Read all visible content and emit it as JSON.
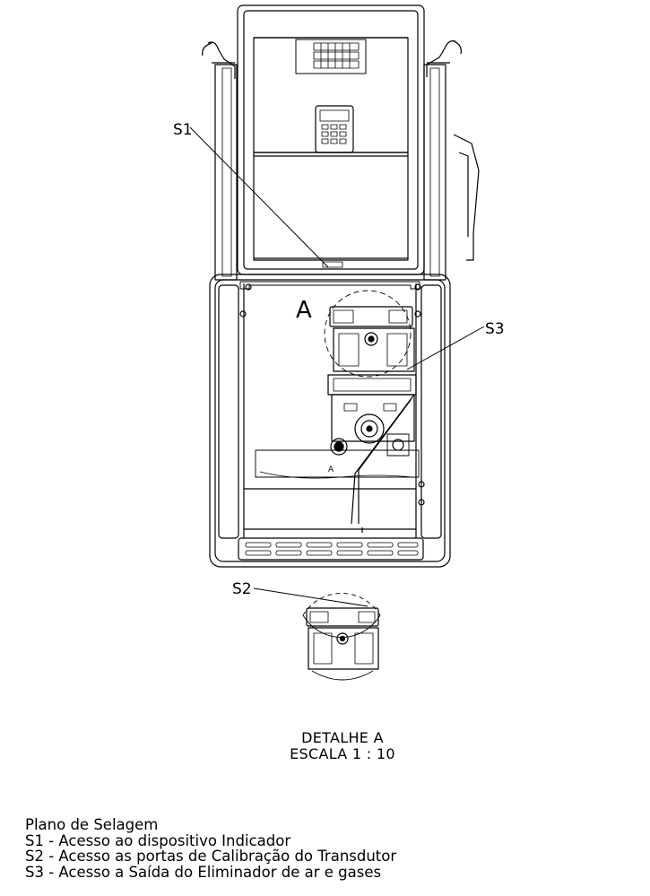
{
  "labels": {
    "s1": "S1",
    "s2": "S2",
    "s3": "S3",
    "detail_letter": "A",
    "detail_letter_small": "A"
  },
  "detail_caption": {
    "title": "DETALHE A",
    "scale": "ESCALA 1 : 10"
  },
  "legend": {
    "title": "Plano de Selagem",
    "items": [
      "S1 - Acesso ao dispositivo Indicador",
      "S2 - Acesso as portas de Calibração do Transdutor",
      "S3 - Acesso a Saída do Eliminador de ar e gases"
    ]
  }
}
